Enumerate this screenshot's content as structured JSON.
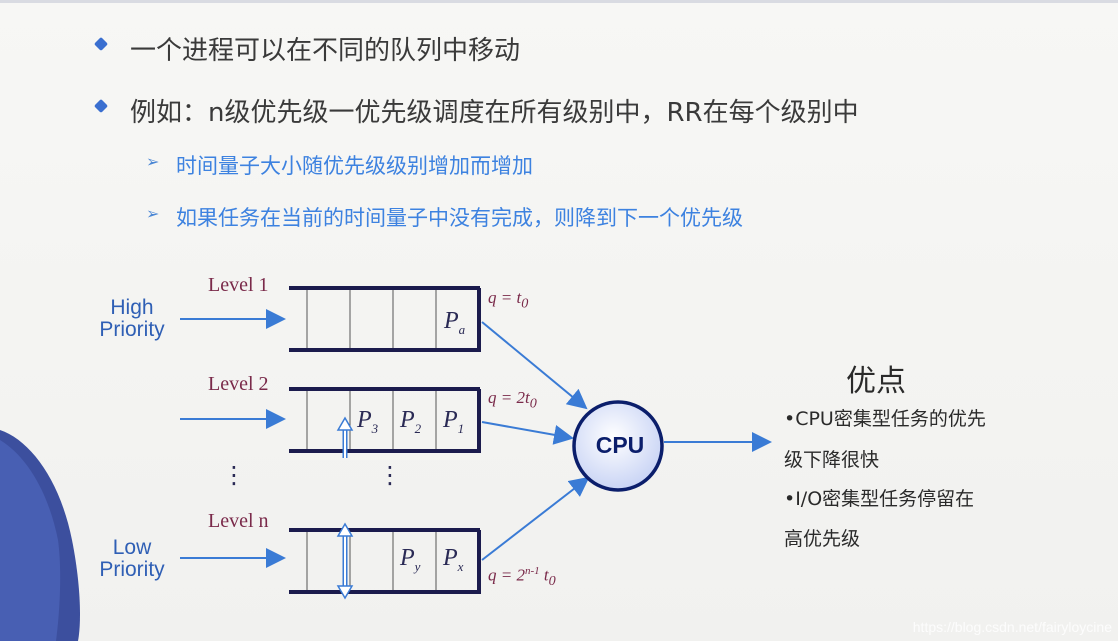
{
  "bullets": [
    {
      "text": "一个进程可以在不同的队列中移动"
    },
    {
      "prefix": "例如：",
      "text": "n级优先级一优先级调度在所有级别中，RR在每个级别中"
    }
  ],
  "sub_bullets": [
    {
      "text": "时间量子大小随优先级级别增加而增加"
    },
    {
      "text": "如果任务在当前的时间量子中没有完成，则降到下一个优先级"
    }
  ],
  "diagram": {
    "high_priority": [
      "High",
      "Priority"
    ],
    "low_priority": [
      "Low",
      "Priority"
    ],
    "levels": [
      {
        "label": "Level 1",
        "quantum": "q = t",
        "quantum_sub": "0",
        "quantum_sup": "",
        "cells": [
          {
            "p": "P",
            "sub": "a"
          }
        ]
      },
      {
        "label": "Level 2",
        "quantum": "q = 2t",
        "quantum_sub": "0",
        "quantum_sup": "",
        "cells": [
          {
            "p": "P",
            "sub": "3"
          },
          {
            "p": "P",
            "sub": "2"
          },
          {
            "p": "P",
            "sub": "1"
          }
        ]
      },
      {
        "label": "Level n",
        "quantum": "q = 2",
        "quantum_sub": "0",
        "quantum_sup": "n-1",
        "cells": [
          {
            "p": "P",
            "sub": "y"
          },
          {
            "p": "P",
            "sub": "x"
          }
        ]
      }
    ],
    "cpu": "CPU",
    "vdots": "⋮"
  },
  "advantages": {
    "title": "优点",
    "lines": [
      "•CPU密集型任务的优先",
      "级下降很快",
      "•I/O密集型任务停留在",
      "高优先级"
    ]
  },
  "watermark": "https://blog.csdn.net/fairyloycine",
  "colors": {
    "accent": "#3a6fd0",
    "sub_bullet": "#3d82e0",
    "cpu_fill": "#dfe6fb",
    "queue_border": "#1b1b4d",
    "arrow": "#3a7bd5"
  }
}
